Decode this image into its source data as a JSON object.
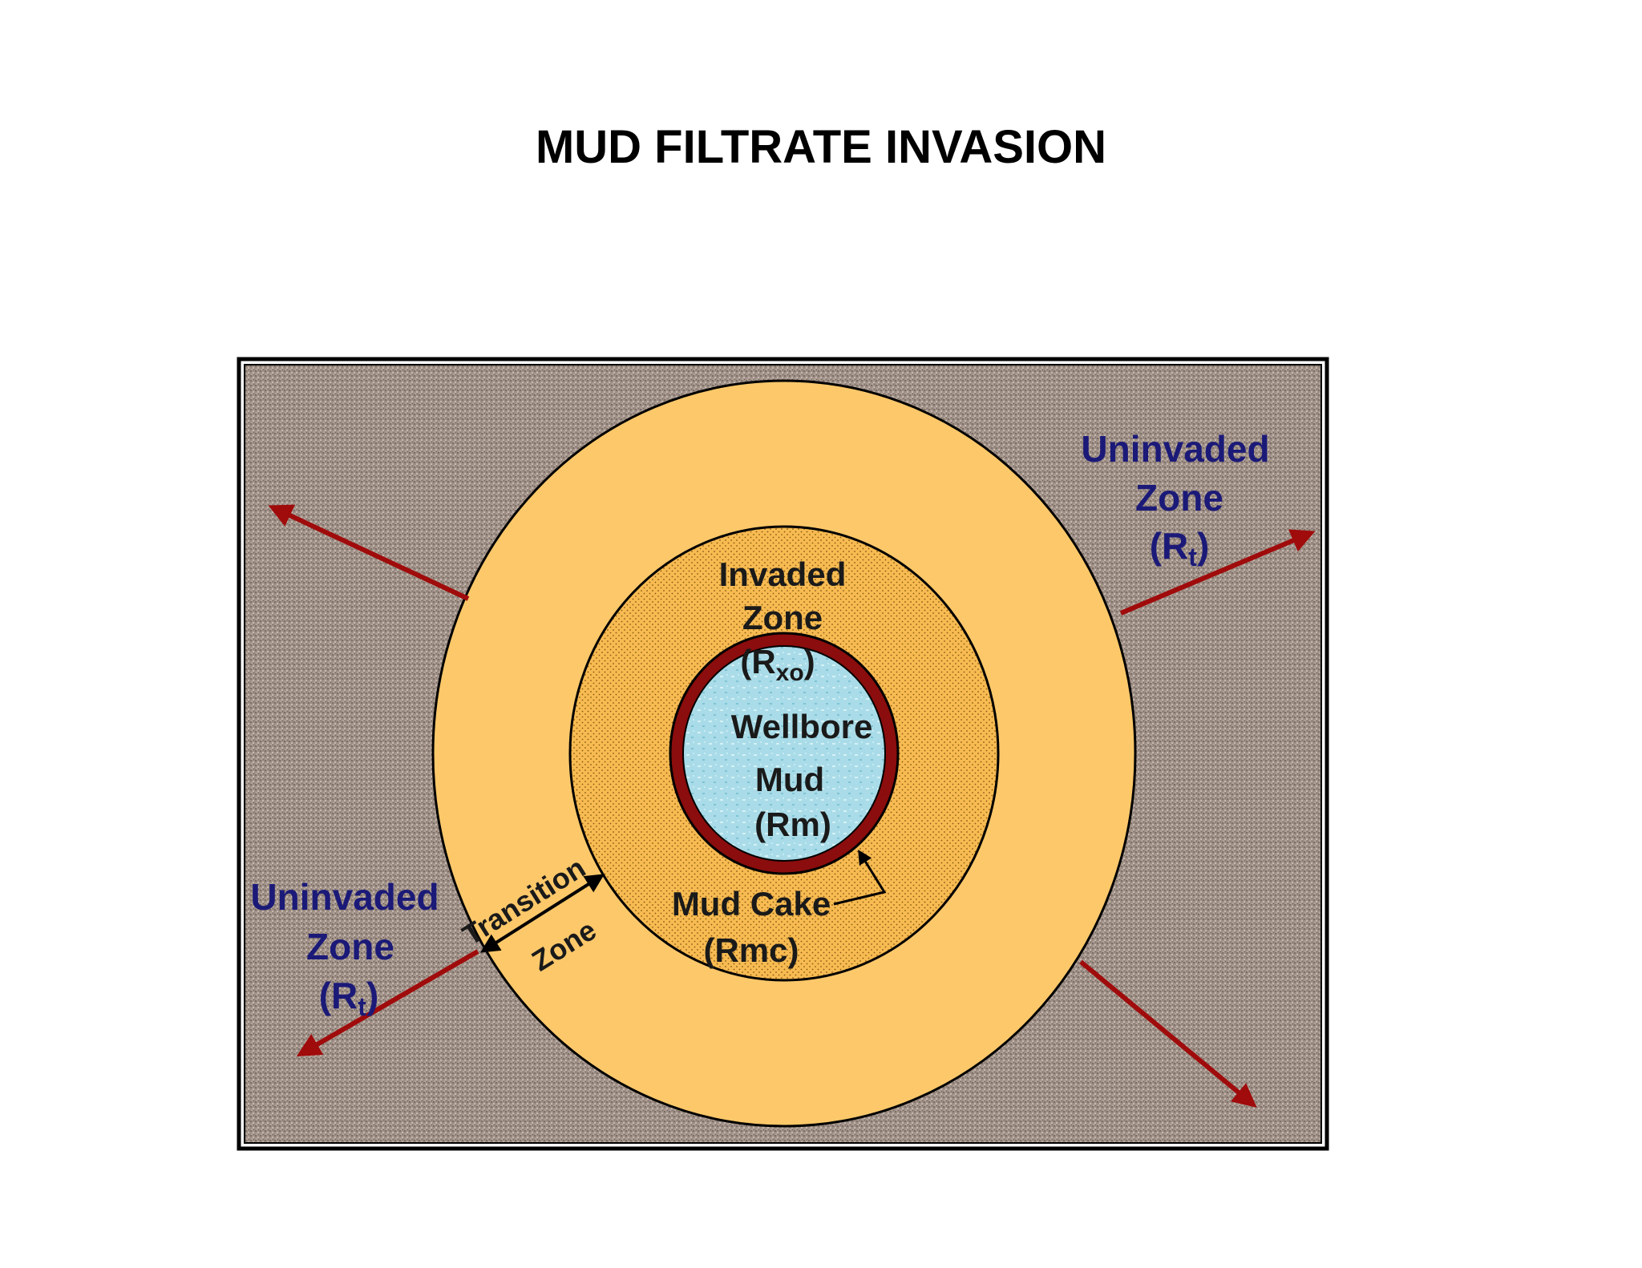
{
  "title": "MUD FILTRATE INVASION",
  "colors": {
    "formation": "#9e8f86",
    "transition_zone": "#fcc86a",
    "invaded_zone": "#f7bb52",
    "mud_cake": "#8b0d0d",
    "wellbore_mud": "#a9dce8",
    "arrow": "#a00b0b",
    "uninvaded_text": "#1b1a78",
    "label_text": "#1a1a1a"
  },
  "labels": {
    "uninvaded_right": {
      "line1": "Uninvaded",
      "line2": "Zone",
      "sym": "(R",
      "sub": "t",
      "close": ")"
    },
    "uninvaded_left": {
      "line1": "Uninvaded",
      "line2": "Zone",
      "sym": "(R",
      "sub": "t",
      "close": ")"
    },
    "invaded": {
      "line1": "Invaded",
      "line2": "Zone",
      "sym": "(R",
      "sub": "xo",
      "close": ")"
    },
    "wellbore": {
      "line1": "Wellbore",
      "line2": "Mud",
      "line3": "(Rm)"
    },
    "mud_cake": {
      "line1": "Mud Cake",
      "line2": "(Rmc)"
    },
    "transition": {
      "line1": "Transition",
      "line2": "Zone"
    }
  }
}
